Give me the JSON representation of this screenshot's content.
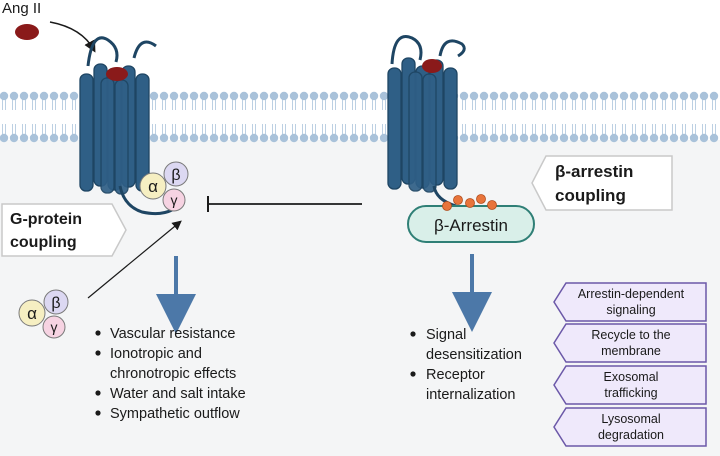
{
  "ligand": {
    "label": "Ang II"
  },
  "left": {
    "coupling_label_line1": "G-protein",
    "coupling_label_line2": "coupling",
    "g_alpha": "α",
    "g_beta": "β",
    "g_gamma": "γ",
    "effects": [
      "Vascular resistance",
      "Ionotropic and",
      "chronotropic effects",
      "Water and salt intake",
      "Sympathetic outflow"
    ]
  },
  "right": {
    "coupling_label_line1": "β-arrestin",
    "coupling_label_line2": "coupling",
    "arrestin_label": "β-Arrestin",
    "effects": [
      "Signal",
      "desensitization",
      "Receptor",
      "internalization"
    ],
    "fates": [
      {
        "line1": "Arrestin-dependent",
        "line2": "signaling"
      },
      {
        "line1": "Recycle to the",
        "line2": "membrane"
      },
      {
        "line1": "Exosomal",
        "line2": "trafficking"
      },
      {
        "line1": "Lysosomal",
        "line2": "degradation"
      }
    ]
  },
  "colors": {
    "receptor": "#2f5f86",
    "receptor_dark": "#1e4563",
    "ligand": "#8a1a1a",
    "membrane_bead": "#a9c2da",
    "membrane_tail": "#bcd0e3",
    "cytoplasm": "#f4f5f6",
    "arrow_blue": "#4c78a8",
    "arrestin_fill": "#d9efe9",
    "arrestin_stroke": "#2f7f76",
    "phospho": "#e8743b",
    "alpha_fill": "#f6efc2",
    "beta_fill": "#dcd8f2",
    "gamma_fill": "#f6d3e2",
    "fate_fill": "#efe9fb",
    "fate_stroke": "#6b58a8"
  }
}
